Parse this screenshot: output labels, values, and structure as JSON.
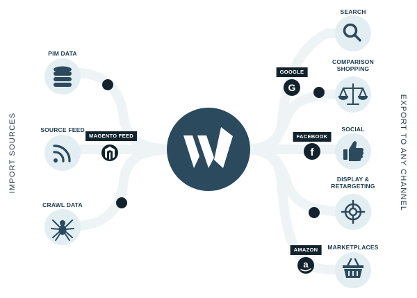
{
  "left_title": "IMPORT SOURCES",
  "right_title": "EXPORT TO ANY CHANNEL",
  "center_logo": "W",
  "sources": [
    {
      "label": "PIM DATA",
      "icon": "database-icon"
    },
    {
      "label": "SOURCE FEED",
      "icon": "rss-icon"
    },
    {
      "label": "CRAWL DATA",
      "icon": "spider-icon"
    }
  ],
  "connectors_left": [
    {
      "label": "MAGENTO FEED",
      "icon": "magento-icon"
    }
  ],
  "channels": [
    {
      "label": "SEARCH",
      "icon": "search-icon"
    },
    {
      "label": "COMPARISON\nSHOPPING",
      "icon": "scale-icon"
    },
    {
      "label": "SOCIAL",
      "icon": "thumbs-up-icon"
    },
    {
      "label": "DISPLAY &\nRETARGETING",
      "icon": "target-icon"
    },
    {
      "label": "MARKETPLACES",
      "icon": "basket-icon"
    }
  ],
  "connectors_right": [
    {
      "label": "GOOGLE",
      "icon": "google-icon",
      "glyph": "G"
    },
    {
      "label": "FACEBOOK",
      "icon": "facebook-icon",
      "glyph": "f"
    },
    {
      "label": "AMAZON",
      "icon": "amazon-icon",
      "glyph": "a"
    }
  ],
  "colors": {
    "primary": "#2b4a5e",
    "light_circle": "#e3eef2",
    "track": "#eef4f6",
    "dark_badge": "#13232e"
  }
}
